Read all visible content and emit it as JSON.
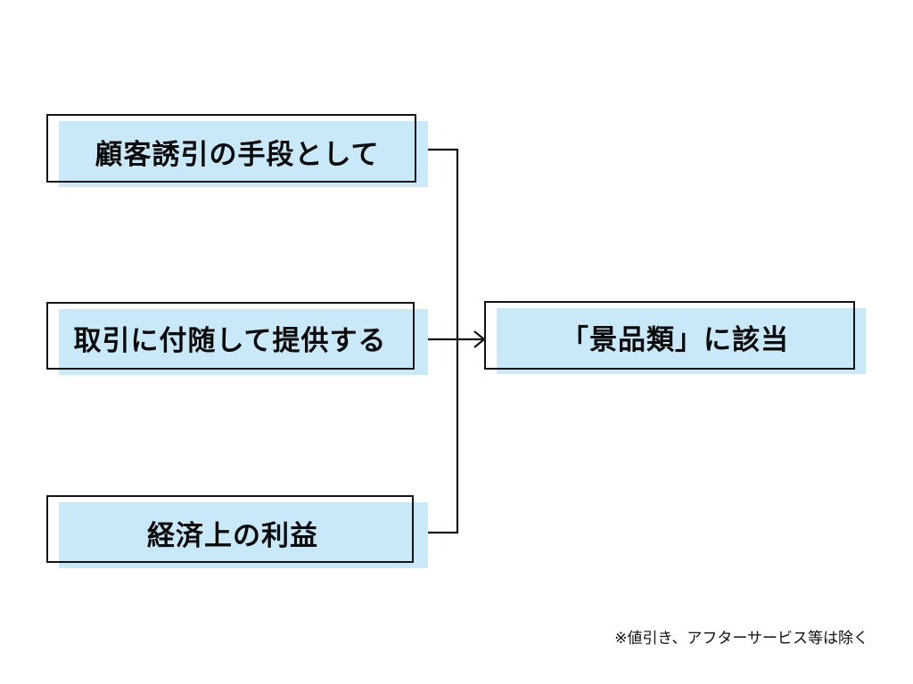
{
  "diagram": {
    "boxes": [
      {
        "label": "顧客誘引の手段として"
      },
      {
        "label": "取引に付随して提供する"
      },
      {
        "label": "経済上の利益"
      }
    ],
    "result": {
      "label": "「景品類」に該当"
    },
    "footnote": "※値引き、アフターサービス等は除く"
  },
  "colors": {
    "box_fill": "#c9e8f8",
    "border": "#141414",
    "connector": "#141414"
  }
}
